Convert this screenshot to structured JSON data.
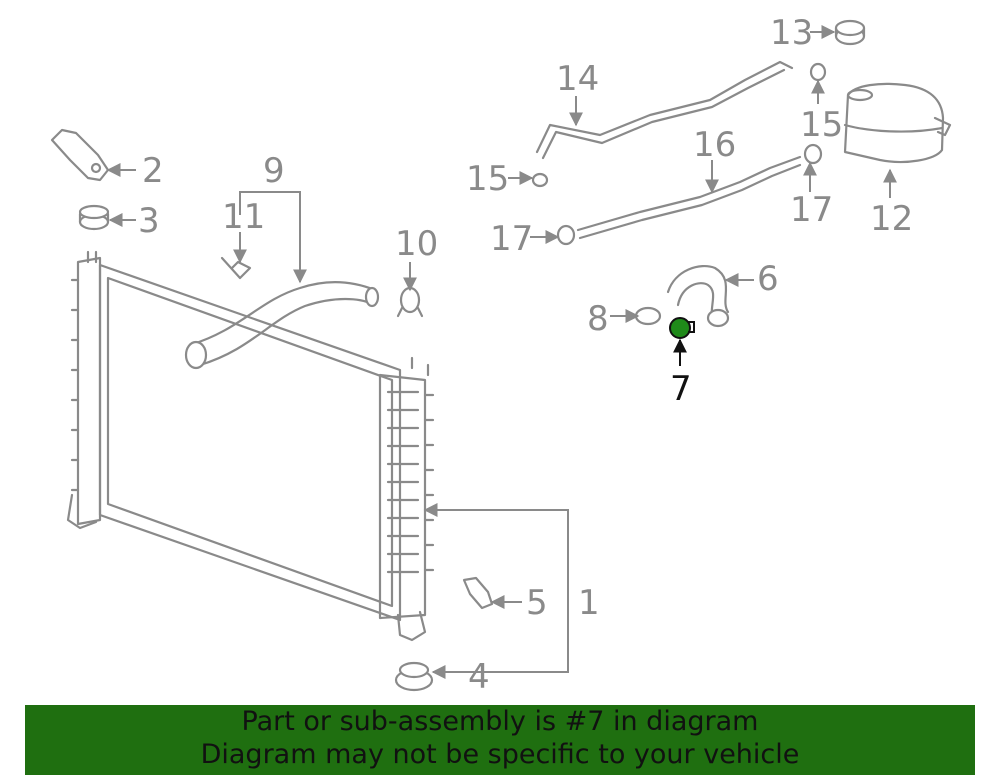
{
  "diagram": {
    "highlight_color": "#1f8a1a",
    "callouts": [
      "1",
      "2",
      "3",
      "4",
      "5",
      "6",
      "7",
      "8",
      "9",
      "10",
      "11",
      "12",
      "13",
      "14",
      "15",
      "15",
      "16",
      "17",
      "17"
    ]
  },
  "banner": {
    "line1": "Part or sub-assembly is #7 in diagram",
    "line2": "Diagram may not be specific to your vehicle",
    "background": "#1f6f10"
  }
}
